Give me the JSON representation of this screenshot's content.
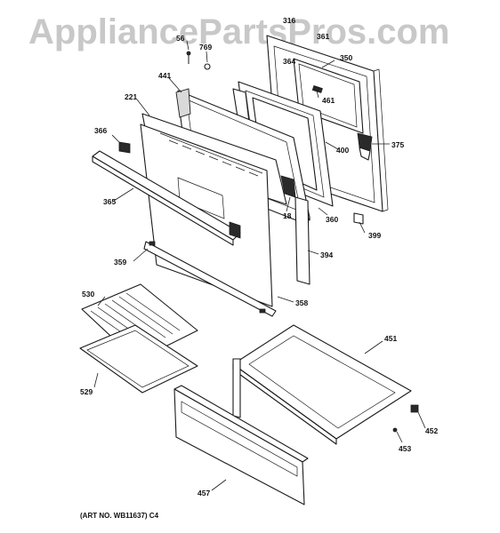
{
  "watermark": "AppliancePartsPros.com",
  "art_number": "(ART NO. WB11637) C4",
  "labels": {
    "p316": "316",
    "p361": "361",
    "p56": "56",
    "p769": "769",
    "p441": "441",
    "p364": "364",
    "p350": "350",
    "p221": "221",
    "p461": "461",
    "p366": "366",
    "p375": "375",
    "p400": "400",
    "p365": "365",
    "p18": "18",
    "p360": "360",
    "p399": "399",
    "p394": "394",
    "p359": "359",
    "p358": "358",
    "p530": "530",
    "p451": "451",
    "p529": "529",
    "p452": "452",
    "p453": "453",
    "p457": "457"
  }
}
